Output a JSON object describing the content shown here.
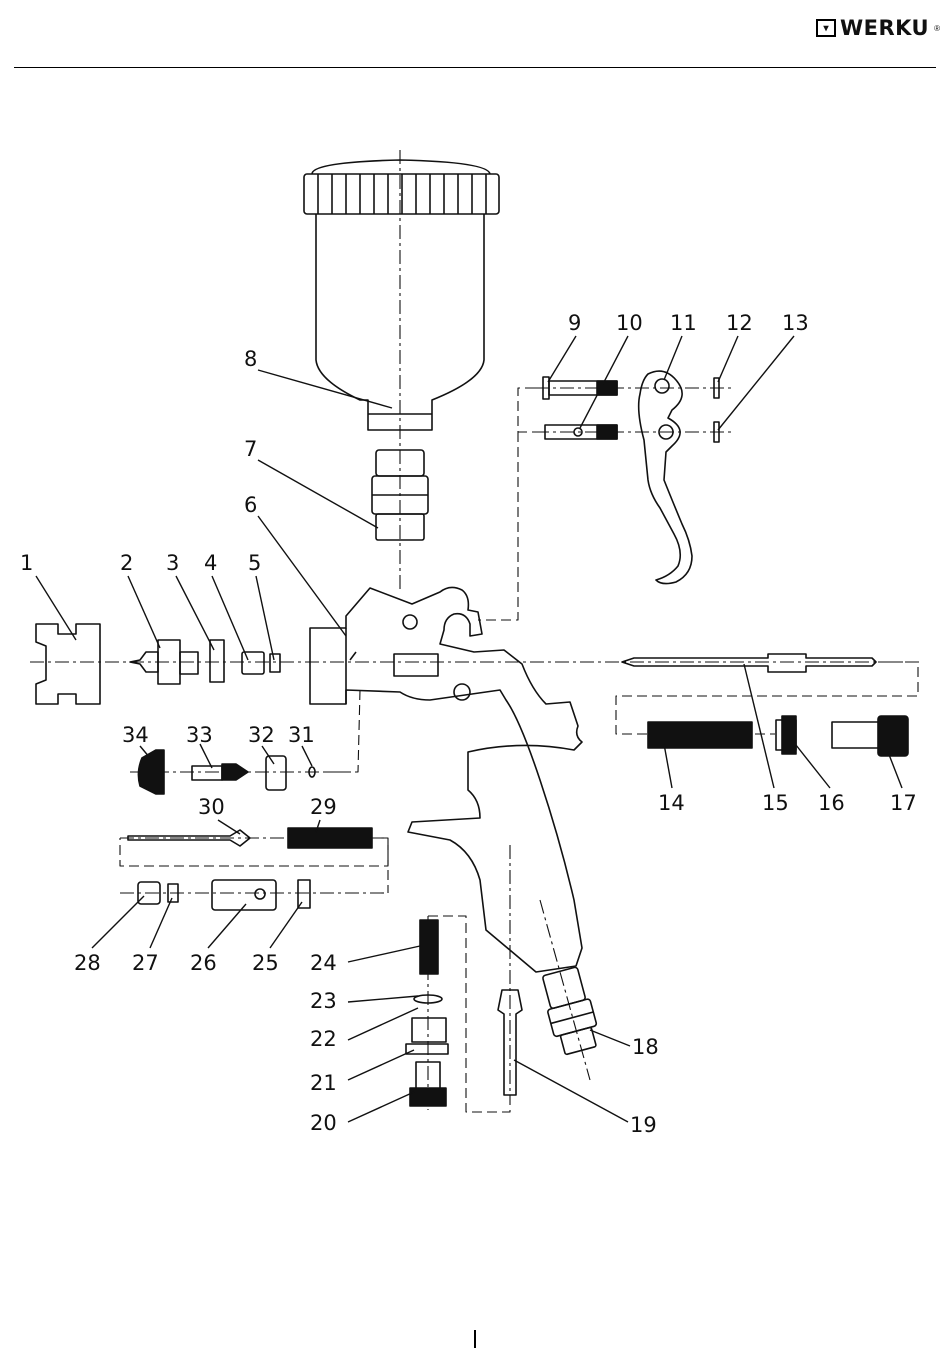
{
  "header": {
    "brand": "WERKU",
    "registered": "®"
  },
  "diagram": {
    "part_numbers": [
      "1",
      "2",
      "3",
      "4",
      "5",
      "6",
      "7",
      "8",
      "9",
      "10",
      "11",
      "12",
      "13",
      "14",
      "15",
      "16",
      "17",
      "18",
      "19",
      "20",
      "21",
      "22",
      "23",
      "24",
      "25",
      "26",
      "27",
      "28",
      "29",
      "30",
      "31",
      "32",
      "33",
      "34"
    ]
  },
  "footer": {
    "page_marker": "|"
  }
}
